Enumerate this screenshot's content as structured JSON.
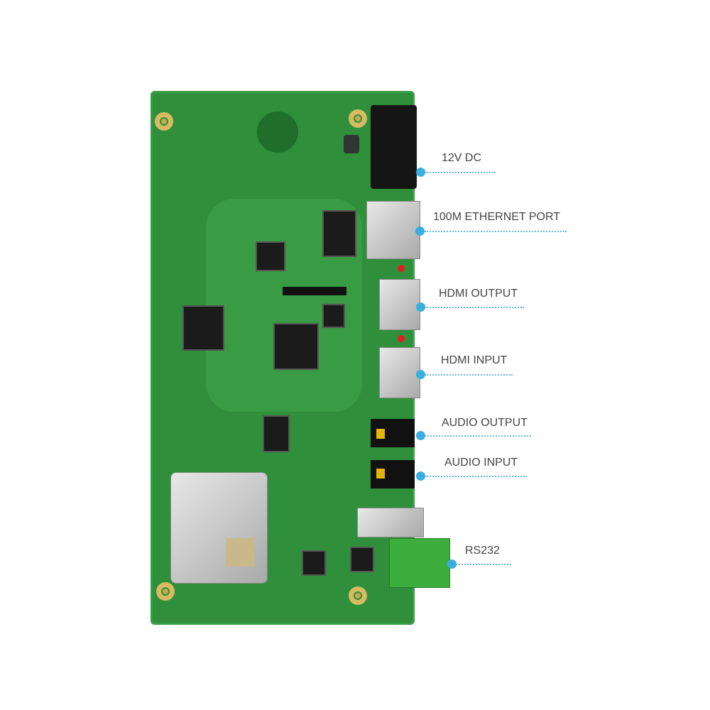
{
  "callouts": [
    {
      "id": "12v-dc",
      "label": "12V DC"
    },
    {
      "id": "ethernet",
      "label": "100M ETHERNET PORT"
    },
    {
      "id": "hdmi-output",
      "label": "HDMI OUTPUT"
    },
    {
      "id": "hdmi-input",
      "label": "HDMI INPUT"
    },
    {
      "id": "audio-output",
      "label": "AUDIO OUTPUT"
    },
    {
      "id": "audio-input",
      "label": "AUDIO INPUT"
    },
    {
      "id": "rs232",
      "label": "RS232"
    }
  ],
  "colors": {
    "board": "#2f8f3a",
    "accent": "#3aaee0",
    "label": "#444444"
  }
}
